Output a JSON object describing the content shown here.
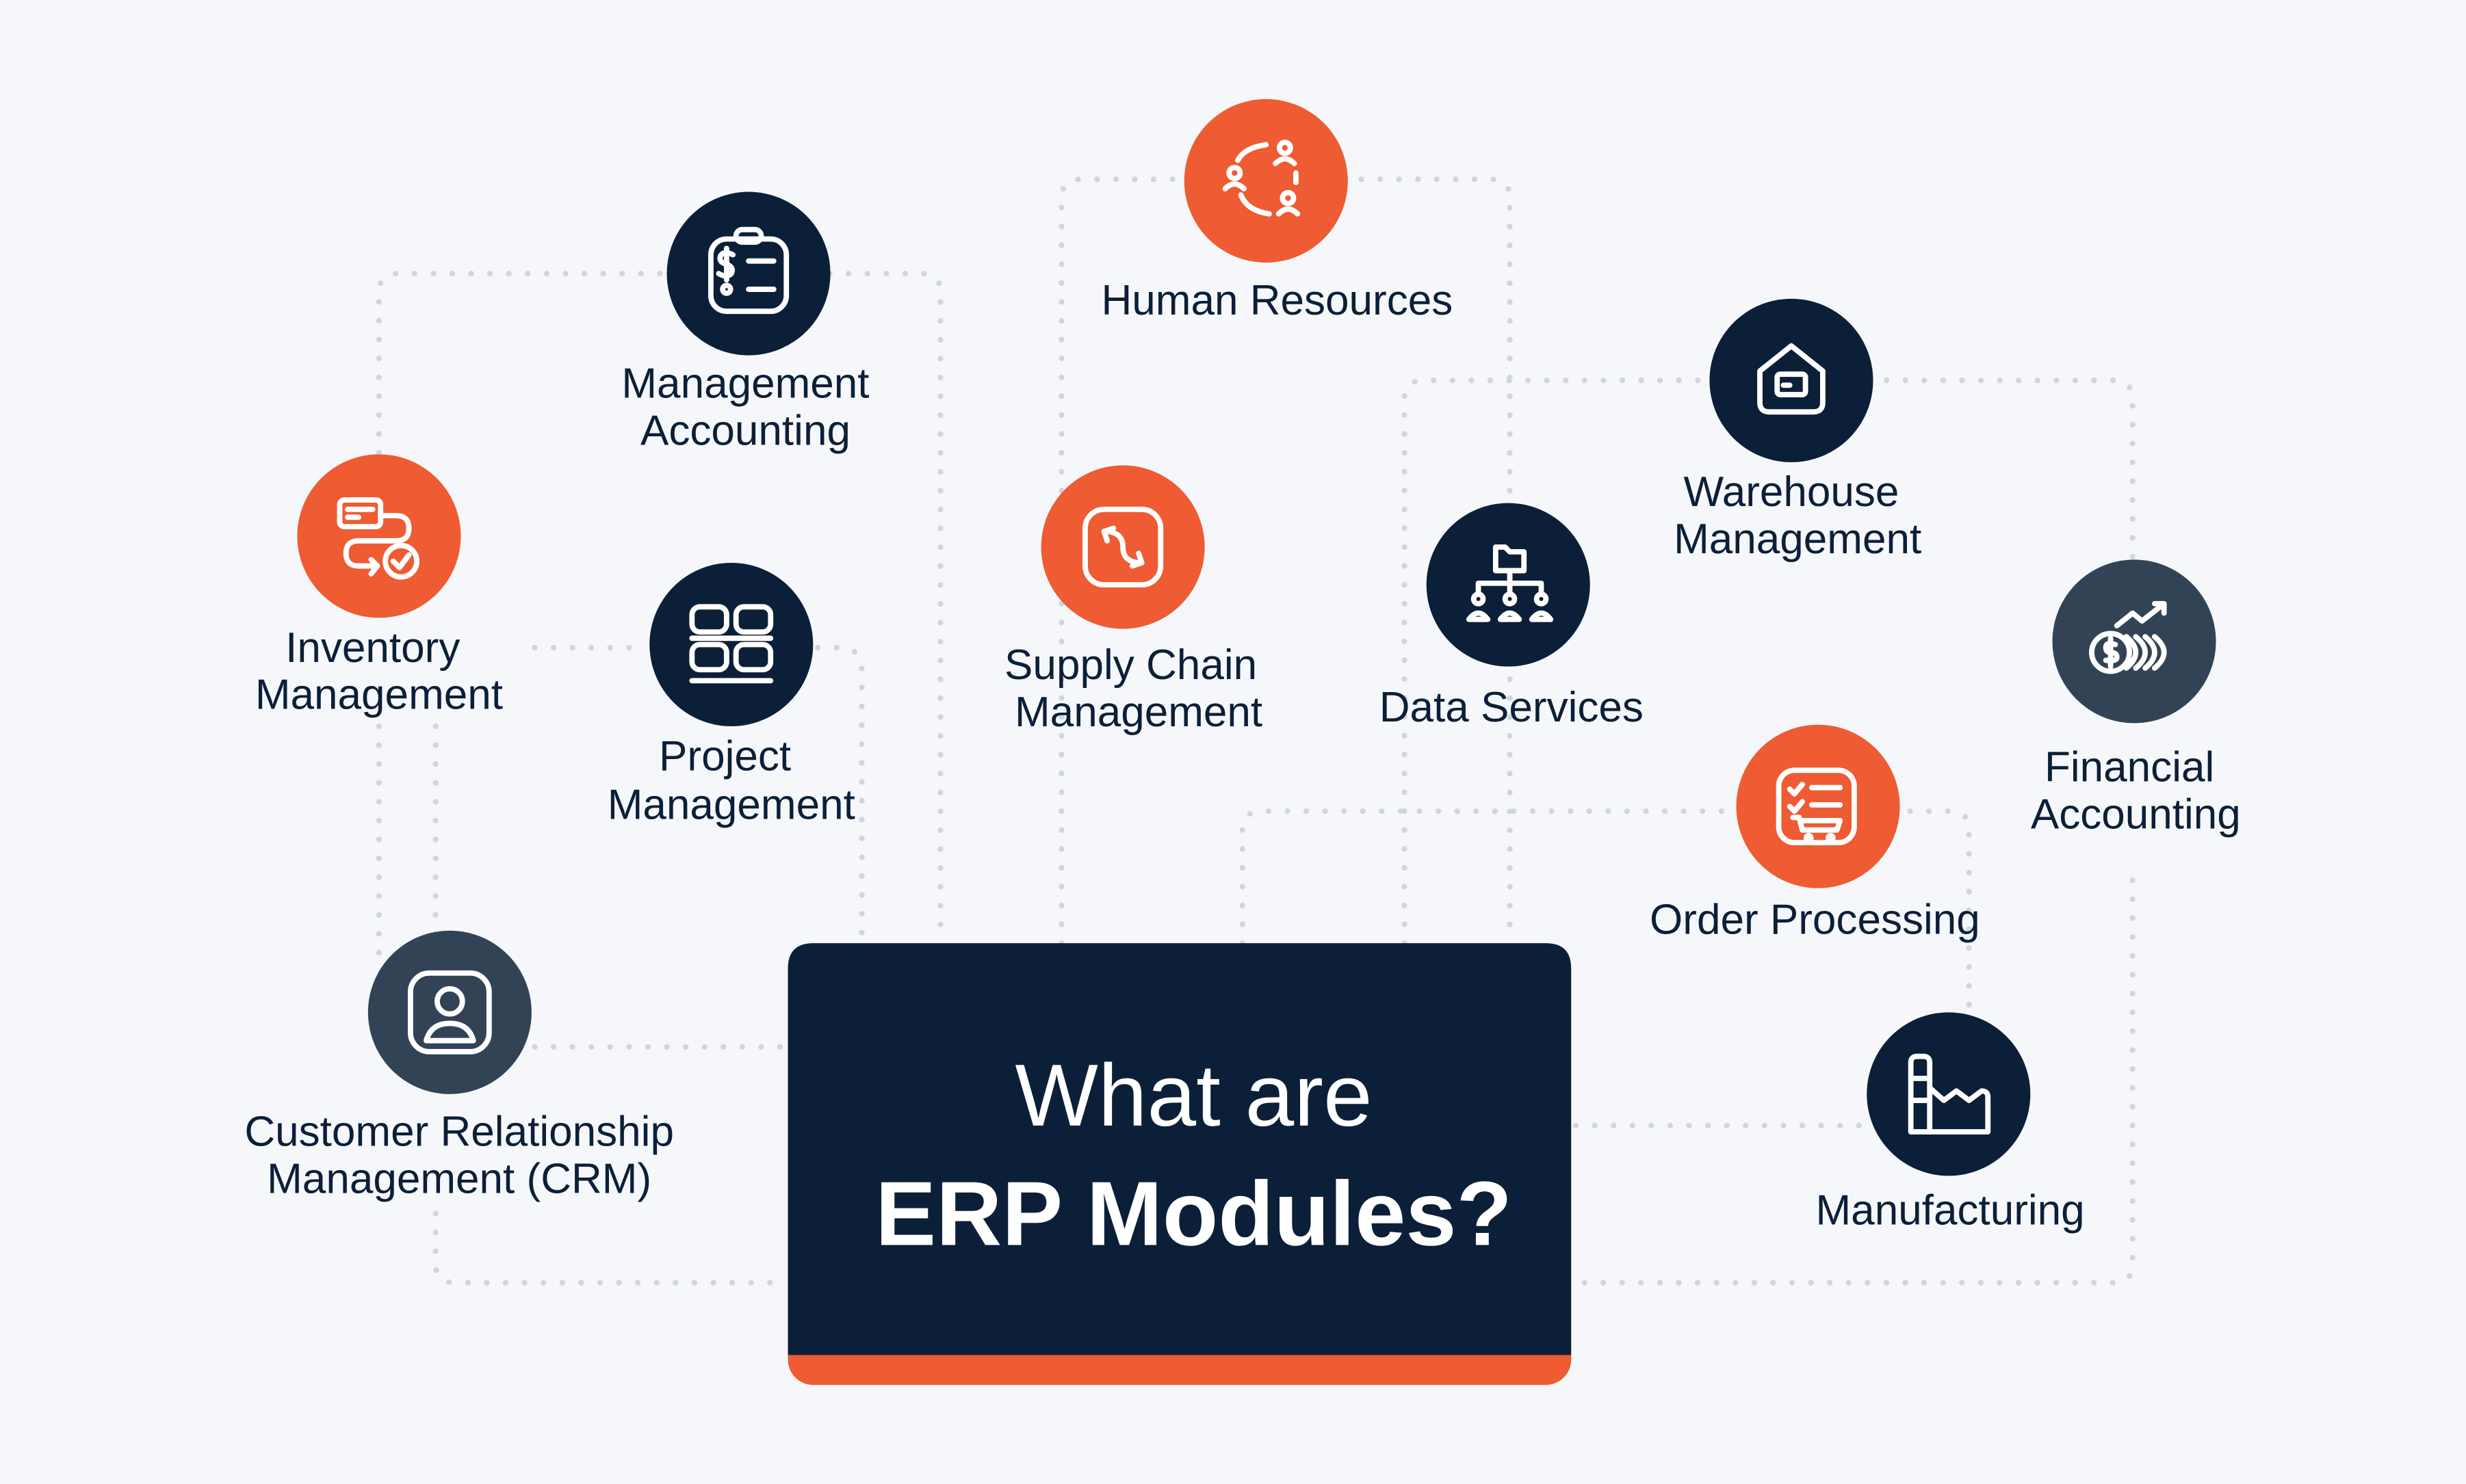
{
  "title": {
    "line1": "What are",
    "line2": "ERP Modules?"
  },
  "colors": {
    "navy": "#0c1f38",
    "orange": "#ef5b32",
    "slate": "#334356",
    "background": "#f5f7fa",
    "connector": "#d2d5da"
  },
  "modules": [
    {
      "id": "management-accounting",
      "lines": [
        "Management",
        "Accounting"
      ],
      "icon": "clipboard-dollar-icon",
      "color": "navy"
    },
    {
      "id": "human-resources",
      "lines": [
        "Human Resources"
      ],
      "icon": "people-cycle-icon",
      "color": "orange"
    },
    {
      "id": "inventory-management",
      "lines": [
        "Inventory",
        "Management"
      ],
      "icon": "inventory-flow-icon",
      "color": "orange"
    },
    {
      "id": "project-management",
      "lines": [
        "Project",
        "Management"
      ],
      "icon": "kanban-grid-icon",
      "color": "navy"
    },
    {
      "id": "supply-chain-management",
      "lines": [
        "Supply Chain",
        "Management"
      ],
      "icon": "route-arrows-icon",
      "color": "orange"
    },
    {
      "id": "data-services",
      "lines": [
        "Data Services"
      ],
      "icon": "folder-network-icon",
      "color": "navy"
    },
    {
      "id": "warehouse-management",
      "lines": [
        "Warehouse",
        "Management"
      ],
      "icon": "warehouse-icon",
      "color": "navy"
    },
    {
      "id": "financial-accounting",
      "lines": [
        "Financial",
        "Accounting"
      ],
      "icon": "coins-growth-icon",
      "color": "slate"
    },
    {
      "id": "order-processing",
      "lines": [
        "Order Processing"
      ],
      "icon": "order-cart-icon",
      "color": "orange"
    },
    {
      "id": "manufacturing",
      "lines": [
        "Manufacturing"
      ],
      "icon": "factory-icon",
      "color": "navy"
    },
    {
      "id": "crm",
      "lines": [
        "Customer Relationship",
        "Management (CRM)"
      ],
      "icon": "user-profile-icon",
      "color": "slate"
    }
  ]
}
